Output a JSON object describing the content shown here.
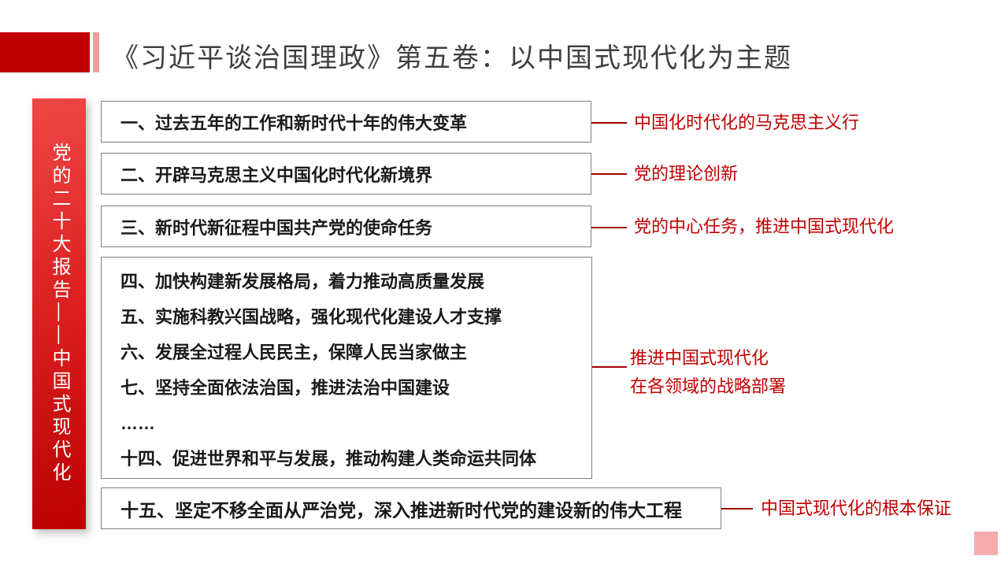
{
  "slide": {
    "title": "《习近平谈治国理政》第五卷：以中国式现代化为主题",
    "side_banner": "党的二十大报告——中国式现代化",
    "boxes": [
      {
        "label": "一、过去五年的工作和新时代十年的伟大变革"
      },
      {
        "label": "二、开辟马克思主义中国化时代化新境界"
      },
      {
        "label": "三、新时代新征程中国共产党的使命任务"
      },
      {
        "lines": [
          "四、加快构建新发展格局，着力推动高质量发展",
          "五、实施科教兴国战略，强化现代化建设人才支撑",
          "六、发展全过程人民民主，保障人民当家做主",
          "七、坚持全面依法治国，推进法治中国建设",
          "……",
          "十四、促进世界和平与发展，推动构建人类命运共同体"
        ]
      },
      {
        "label": "十五、坚定不移全面从严治党，深入推进新时代党的建设新的伟大工程"
      }
    ],
    "annotations": [
      {
        "text": "中国化时代化的马克思主义行"
      },
      {
        "text": "党的理论创新"
      },
      {
        "text": "党的中心任务，推进中国式现代化"
      },
      {
        "text": "推进中国式现代化",
        "text2": "在各领域的战略部署"
      },
      {
        "text": "中国式现代化的根本保证"
      }
    ],
    "colors": {
      "accent_red": "#BE0000",
      "accent_pink": "#F29C9C",
      "banner_gradient_top": "#F04747",
      "banner_gradient_bottom": "#BA0000",
      "box_border_gray": "#7F7F7F",
      "box_text": "#1A1A1A",
      "annotation_red": "#C00000",
      "connector_red": "#A40000",
      "corner_pink": "#F6ABAD",
      "title_text": "#3F3F3F"
    }
  }
}
